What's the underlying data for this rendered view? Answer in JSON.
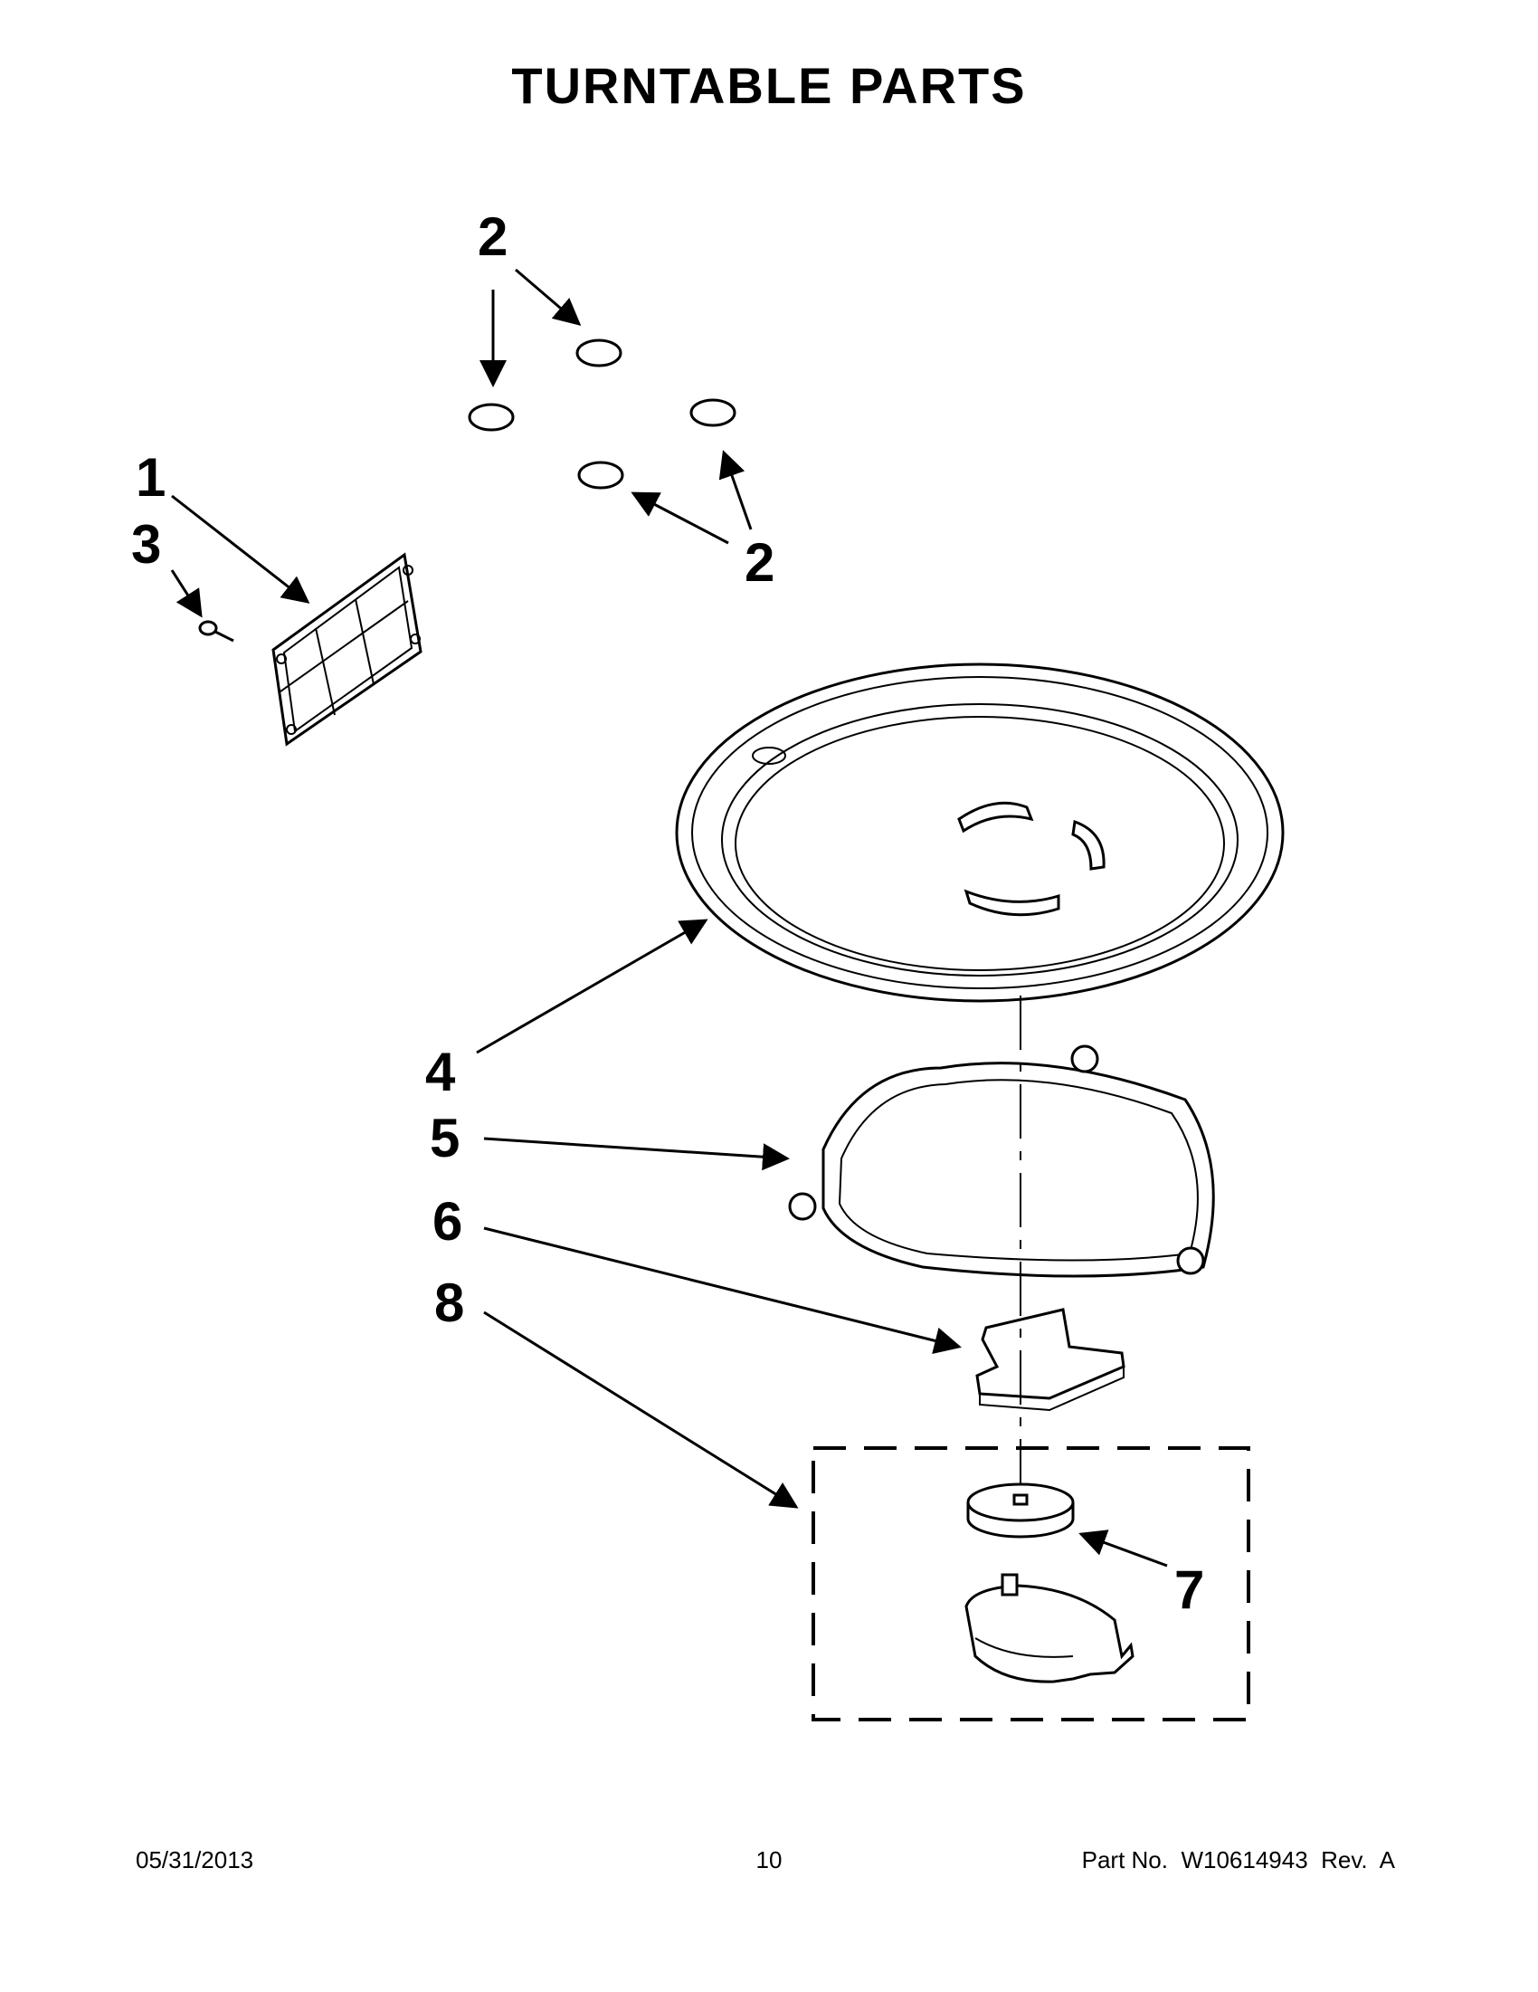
{
  "title": "TURNTABLE PARTS",
  "callouts": {
    "c1": "1",
    "c2_top": "2",
    "c2_bottom": "2",
    "c3": "3",
    "c4": "4",
    "c5": "5",
    "c6": "6",
    "c7": "7",
    "c8": "8"
  },
  "footer": {
    "date": "05/31/2013",
    "page": "10",
    "part_no": "Part No.  W10614943  Rev.  A"
  }
}
